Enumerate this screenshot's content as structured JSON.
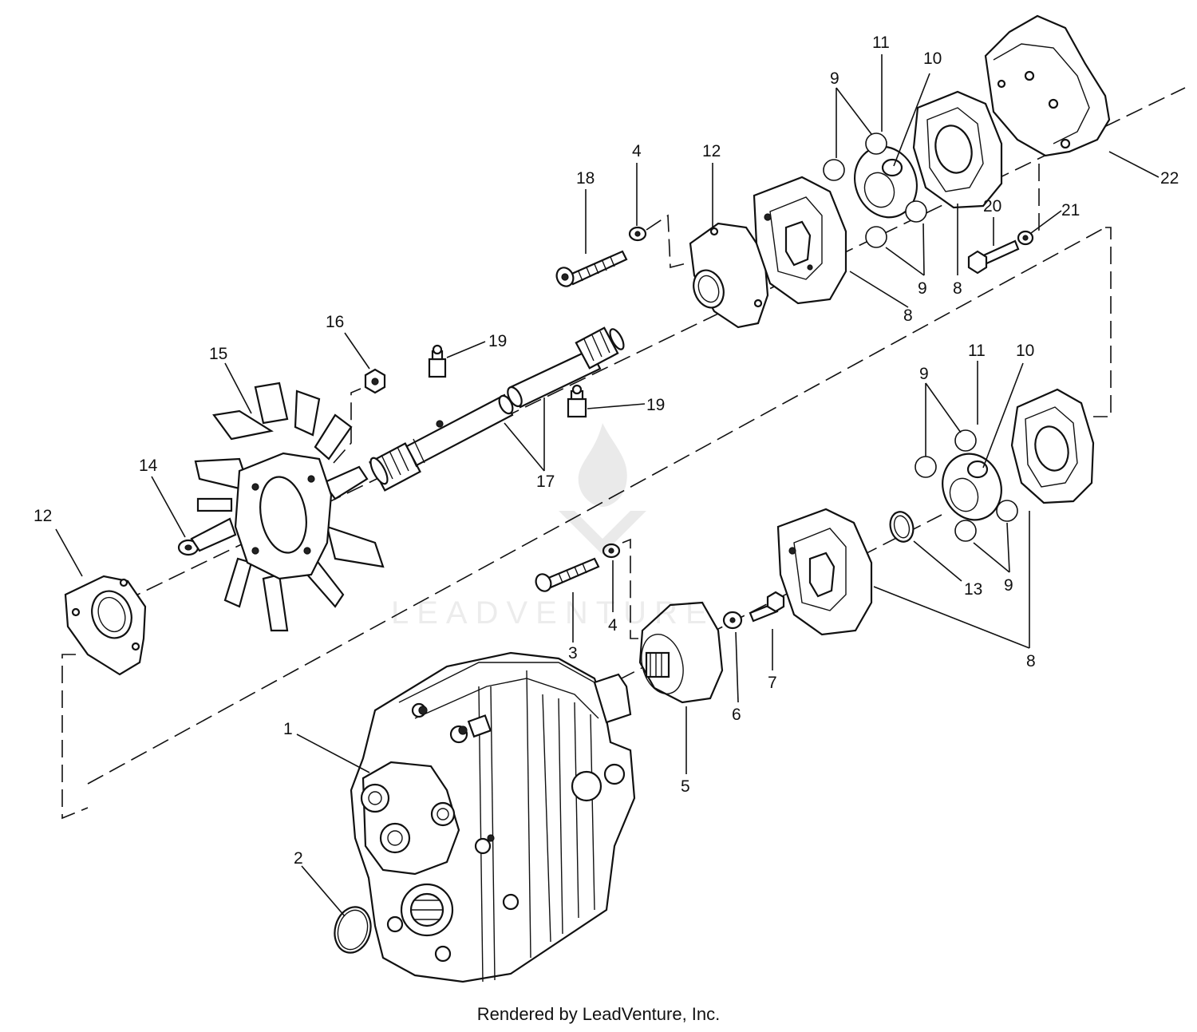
{
  "diagram": {
    "callouts": {
      "c1": "1",
      "c2": "2",
      "c3": "3",
      "c4a": "4",
      "c4b": "4",
      "c5": "5",
      "c6": "6",
      "c7": "7",
      "c8a": "8",
      "c8b": "8",
      "c8c": "8",
      "c9a": "9",
      "c9b": "9",
      "c9c": "9",
      "c9d": "9",
      "c10a": "10",
      "c10b": "10",
      "c11a": "11",
      "c11b": "11",
      "c12a": "12",
      "c12b": "12",
      "c13": "13",
      "c14": "14",
      "c15": "15",
      "c16": "16",
      "c17": "17",
      "c18": "18",
      "c19a": "19",
      "c19b": "19",
      "c20": "20",
      "c21": "21",
      "c22": "22"
    }
  },
  "footer": {
    "credit": "Rendered by LeadVenture, Inc."
  },
  "watermark": {
    "text": "LEADVENTURE"
  }
}
